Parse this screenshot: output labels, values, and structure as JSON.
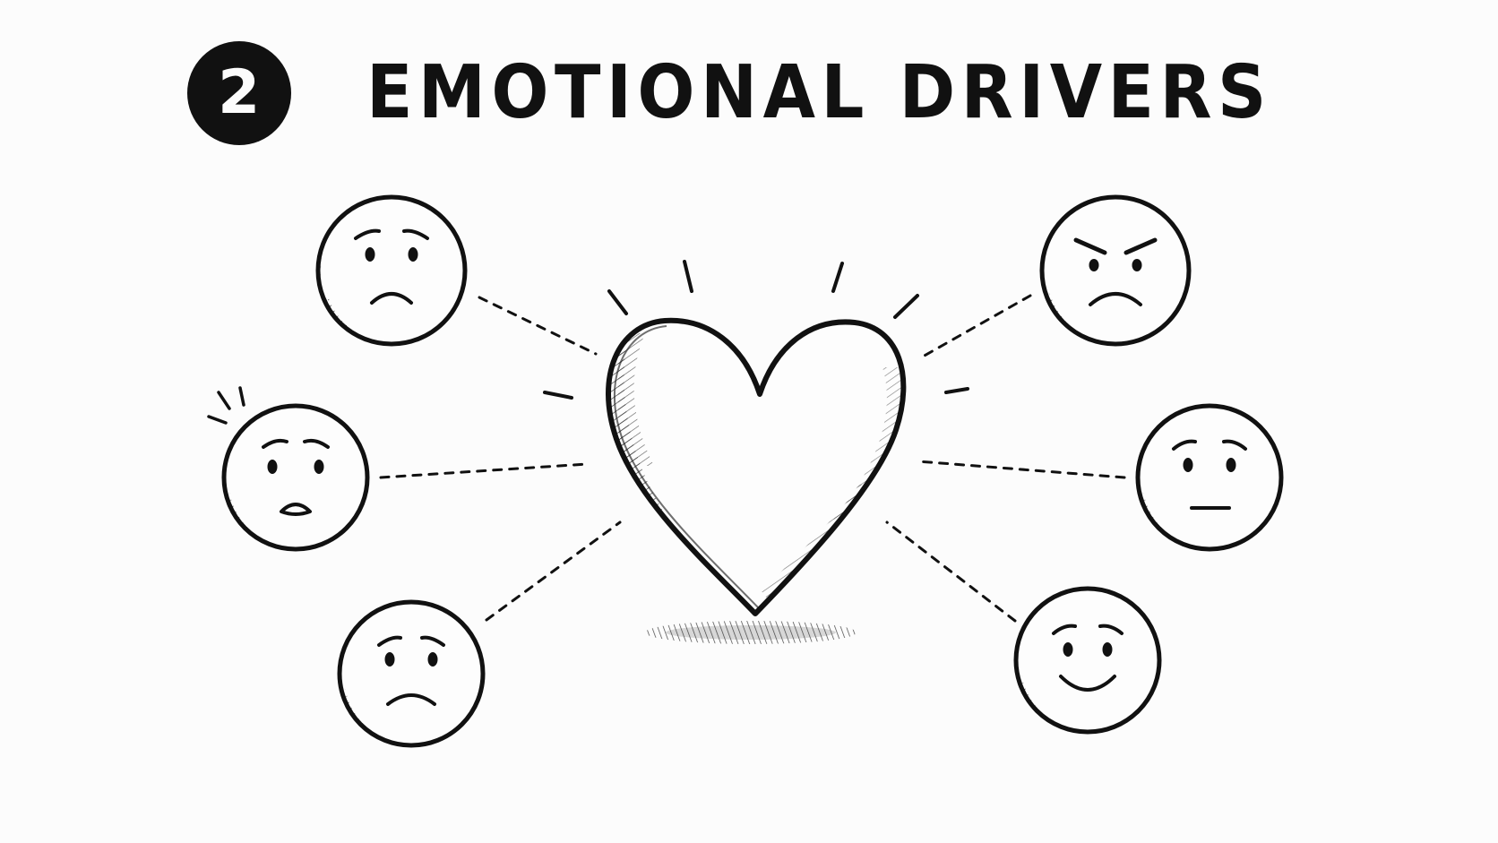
{
  "title": {
    "step_number": "2",
    "text": "EMOTIONAL DRIVERS"
  },
  "diagram": {
    "center": {
      "icon": "heart-icon"
    },
    "faces": [
      {
        "name": "worried-face-icon",
        "side": "left",
        "order": 1
      },
      {
        "name": "anxious-face-icon",
        "side": "left",
        "order": 2
      },
      {
        "name": "sad-face-icon",
        "side": "left",
        "order": 3
      },
      {
        "name": "angry-face-icon",
        "side": "right",
        "order": 1
      },
      {
        "name": "concerned-face-icon",
        "side": "right",
        "order": 2
      },
      {
        "name": "happy-face-icon",
        "side": "right",
        "order": 3
      }
    ],
    "colors": {
      "ink": "#111111",
      "background": "#fcfcfc"
    }
  }
}
